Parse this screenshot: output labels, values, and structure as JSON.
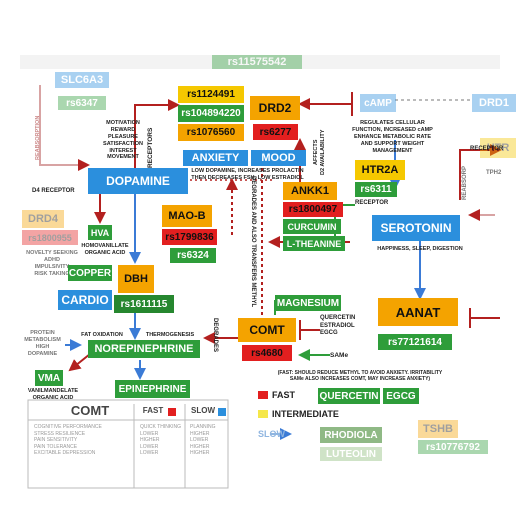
{
  "colors": {
    "green": "#2e9d3a",
    "orange": "#f4a300",
    "yellow": "#f5c800",
    "red": "#e21f1f",
    "blue": "#2b8fdd",
    "arrow_red": "#b3201f",
    "arrow_blue": "#3b7bd6",
    "arrow_green": "#2e9d3a"
  },
  "nodes": {
    "slc6a3": "SLC6A3",
    "rs6347": "rs6347",
    "top_faded": "rs11575542",
    "drd1": "DRD1",
    "rs1124491": "rs1124491",
    "rs104894220": "rs104894220",
    "rs1076560": "rs1076560",
    "drd2": "DRD2",
    "rs6277": "rs6277",
    "camp": "cAMP",
    "anxiety": "ANXIETY",
    "mood": "MOOD",
    "dopamine": "DOPAMINE",
    "ankk1": "ANKK1",
    "rs1800497": "rs1800497",
    "htr2a": "HTR2A",
    "rs6311": "rs6311",
    "curcumin": "CURCUMIN",
    "l_theanine": "L-THEANINE",
    "serotonin": "SEROTONIN",
    "ht_partial": "HTR",
    "drd4": "DRD4",
    "drd4_rs": "rs1800955",
    "hva": "HVA",
    "maob": "MAO-B",
    "rs1799836": "rs1799836",
    "rs6324": "rs6324",
    "copper": "COPPER",
    "dbh": "DBH",
    "cardio": "CARDIO",
    "rs1611115": "rs1611115",
    "magnesium": "MAGNESIUM",
    "comt": "COMT",
    "rs4680": "rs4680",
    "aanat": "AANAT",
    "rs77121614": "rs77121614",
    "norepinephrine": "NOREPINEPHRINE",
    "epinephrine": "EPINEPHRINE",
    "vma": "VMA",
    "quercetin_btn": "QUERCETIN",
    "egcg_btn": "EGCG",
    "rhodiola": "RHODIOLA",
    "luteolin": "LUTEOLIN",
    "tshb": "TSHB",
    "tshb_rs": "rs10776792"
  },
  "notes": {
    "motivation": "MOTIVATION\nREWARD\nPLEASURE\nSATISFACTION\nINTEREST\nMOVEMENT",
    "camp_note": "REGULATES CELLULAR\nFUNCTION, INCREASED cAMP\nENHANCE METABOLIC RATE\nAND SUPPORT WEIGHT\nMANAGEMENT",
    "low_dopamine": "LOW DOPAMINE, INCREASES PROLACTIN\nTHEN DECREASES FSH, LOW ESTRADIOL",
    "homovanillate": "HOMOVANILLATE\nORGANIC ACID",
    "happiness": "HAPPINESS, SLEEP, DIGESTION",
    "drd4_note": "NOVELTY SEEKING\nADHD\nIMPULSIVITY\nRISK TAKING",
    "protein_note": "PROTEIN\nMETABOLISM\nHIGH\nDOPAMINE",
    "fat_ox": "FAT OXIDATION",
    "thermo": "THERMOGENESIS",
    "vanilmandelate": "VANILMANDELATE\nORGANIC ACID",
    "comt_inhib": "QUERCETIN\nESTRADIOL\nEGCG",
    "same": "SAMe",
    "fast_note": "(FAST: SHOULD REDUCE METHYL TO AVOID ANXIETY. IRRITABILITY\nSAMe ALSO INCREASES COMT, MAY INCREASE ANXIETY)"
  },
  "vlabels": {
    "receptors": "RECEPTORS",
    "affects": "AFFECTS\nD2 AVAILABILITY",
    "degrades_transfers": "DEGRADES AND ALSO TRANSFERS METHYL",
    "degrades": "DEGRADES",
    "reabsorption": "REABSORPTION",
    "reabsorp": "REABSORP",
    "receptor_right": "RECEPTOR",
    "d4_receptor": "D4 RECEPTOR",
    "receptor_htr": "RECEPTOR",
    "tph2": "TPH2"
  },
  "legend": {
    "fast": "FAST",
    "intermediate": "INTERMEDIATE",
    "slow": "SLOW"
  },
  "comt_table": {
    "title": "COMT",
    "fast": "FAST",
    "slow": "SLOW",
    "rows_left": [
      "COGNITIVE PERFORMANCE",
      "STRESS RESILIENCE",
      "PAIN SENSITIVITY",
      "PAIN TOLERANCE",
      "EXCITABLE DEPRESSION"
    ],
    "rows_fast": [
      "QUICK THINKING",
      "LOWER",
      "HIGHER",
      "LOWER",
      "LOWER"
    ],
    "rows_slow": [
      "PLANNING",
      "HIGHER",
      "LOWER",
      "HIGHER",
      "HIGHER"
    ]
  }
}
